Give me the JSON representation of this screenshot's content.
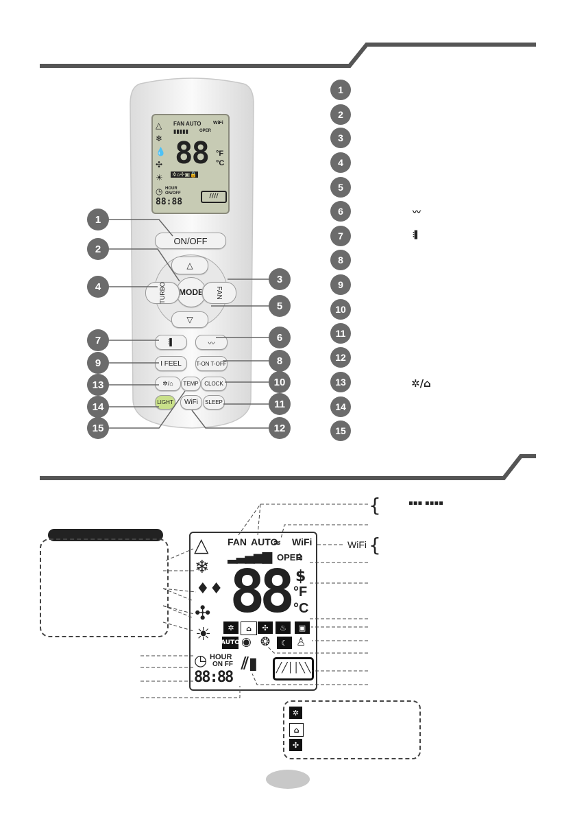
{
  "remote": {
    "buttons": {
      "onoff": "ON/OFF",
      "mode": "MODE",
      "turbo": "TURBO",
      "fan": "FAN",
      "up": "△",
      "down": "▽",
      "swing_v": "⫶▌",
      "swing_h": "〰",
      "ifeel": "I FEEL",
      "timer": "T-ON  T-OFF",
      "health": "✲/⌂",
      "clock": "CLOCK",
      "temp": "TEMP",
      "light": "LIGHT",
      "wifi": "WiFi",
      "sleep": "SLEEP"
    },
    "lcd": {
      "fan": "FAN",
      "auto": "AUTO",
      "wifi": "WiFi",
      "oper": "OPER",
      "digits": "88",
      "fahrenheit": "°F",
      "celsius": "°C",
      "hour": "HOUR",
      "onoff": "ON/OFF",
      "clock_digits": "88:88"
    },
    "callouts": [
      "1",
      "2",
      "3",
      "4",
      "5",
      "6",
      "7",
      "8",
      "9",
      "10",
      "11",
      "12",
      "13",
      "14",
      "15"
    ]
  },
  "legend": {
    "numbers": [
      "1",
      "2",
      "3",
      "4",
      "5",
      "6",
      "7",
      "8",
      "9",
      "10",
      "11",
      "12",
      "13",
      "14",
      "15"
    ],
    "symbol_6": "〰",
    "symbol_7": "⫶▌",
    "symbol_13": "✲/⌂"
  },
  "display": {
    "fan": "FAN",
    "auto": "AUTO",
    "oper": "OPER",
    "wifi": "WiFi",
    "wifi_label": "WiFi",
    "brace": "{",
    "fan_bars": "▪▪▪ ▪▪▪▪",
    "digits": "88",
    "fahrenheit": "°F",
    "celsius": "°C",
    "auto_icon": "AUTO",
    "hour": "HOUR",
    "onoff": "ON FF",
    "clock_digits": "88:88"
  },
  "colors": {
    "rule": "#555555",
    "callout": "#6b6b6b",
    "lcd_bg": "#c7cbb4",
    "light_btn": "#c9e08a"
  }
}
